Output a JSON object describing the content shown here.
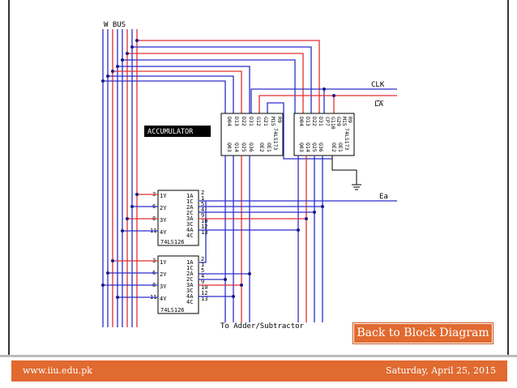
{
  "diagram": {
    "bus_label": "W BUS",
    "clk_label": "CLK",
    "la_label": "LA",
    "ea_label": "Ea",
    "accumulator_label": "ACCUMULATOR",
    "to_adder_label": "To Adder/Subtractor",
    "chip_74ls173_name": "74LS173",
    "chip_74ls126_name": "74LS126",
    "chip1_top_pins": [
      "D04",
      "D13",
      "D22",
      "D31",
      "G12",
      "G21",
      "M15",
      "R9"
    ],
    "chip2_top_pins": [
      "D04",
      "D13",
      "D22",
      "D31",
      "CP7",
      "G110",
      "G29",
      "M15",
      "R9"
    ],
    "chip_bottom_pins": [
      "Q03",
      "Q14",
      "Q25",
      "Q36"
    ],
    "chip_oe_pins": [
      "OE2",
      "OE1"
    ],
    "buffer_left_labels": [
      "1Y",
      "2Y",
      "3Y",
      "4Y"
    ],
    "buffer_left_numbers": [
      "3",
      "6",
      "8",
      "11"
    ],
    "buffer_right_labels": [
      "1A",
      "1C",
      "2A",
      "2C",
      "3A",
      "3C",
      "4A",
      "4C"
    ],
    "buffer_right_numbers": [
      "2",
      "1",
      "5",
      "4",
      "9",
      "10",
      "12",
      "13"
    ]
  },
  "button": {
    "label": "Back to Block Diagram"
  },
  "footer": {
    "url": "www.iiu.edu.pk",
    "date": "Saturday, April 25, 2015"
  },
  "colors": {
    "blue_wire": "#2c2ccc",
    "red_wire": "#e03030",
    "accent": "#e06a30",
    "footer_text": "#ffffff"
  }
}
